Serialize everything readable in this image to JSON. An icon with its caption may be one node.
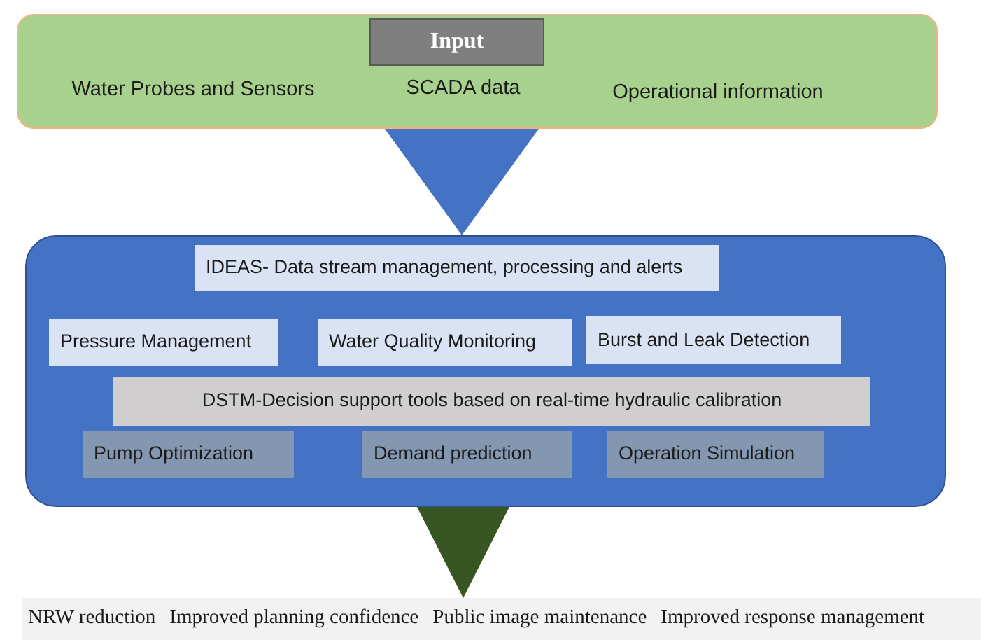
{
  "diagram": {
    "nodes": [
      {
        "text": [
          "Water Probes and Sensors",
          "SCADA data",
          "Operational information"
        ]
      },
      {
        "text": [
          "Input"
        ],
        "in": 0
      },
      {
        "text": [],
        "shape": "box"
      },
      {
        "text": [
          "IDEAS- Data stream management, processing and alerts"
        ],
        "in": 2
      },
      {
        "text": [
          "Pressure Management"
        ],
        "in": 2
      },
      {
        "text": [
          "Water Quality Monitoring"
        ],
        "in": 2
      },
      {
        "text": [
          "Burst and Leak Detection"
        ],
        "in": 2
      },
      {
        "text": [
          "DSTM-Decision support tools based on real-time hydraulic calibration"
        ],
        "in": 2
      },
      {
        "text": [
          "Pump Optimization"
        ],
        "in": 2
      },
      {
        "text": [
          "Demand prediction"
        ],
        "in": 2
      },
      {
        "text": [
          "Operation Simulation"
        ],
        "in": 2
      },
      {
        "text": [
          "NRW reduction",
          "Improved planning confidence",
          "Public image maintenance",
          "Improved response management"
        ]
      }
    ],
    "edges": [
      {
        "from": 0,
        "to": 2,
        "arrow": "to",
        "style": "thick",
        "color": "#4472c4"
      },
      {
        "from": 2,
        "to": 11,
        "arrow": "to",
        "style": "thick",
        "color": "#375623"
      }
    ]
  }
}
